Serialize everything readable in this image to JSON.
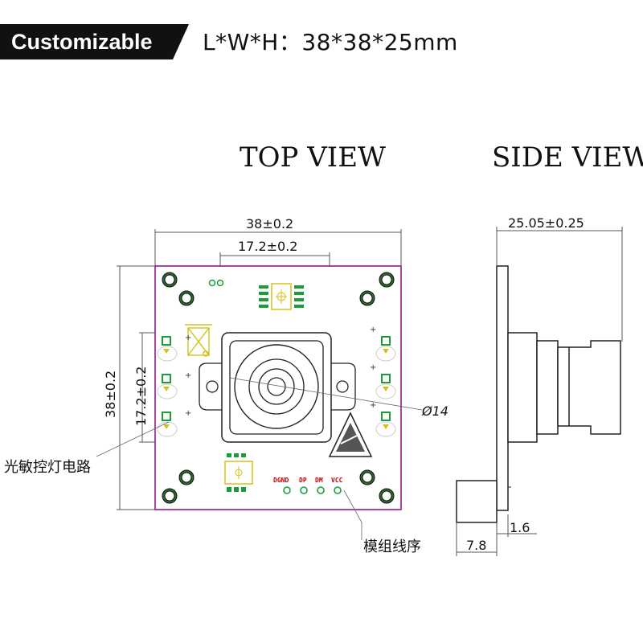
{
  "header": {
    "badge_label": "Customizable",
    "dimensions": "L*W*H：38*38*25mm",
    "badge_color": "#111111"
  },
  "views": {
    "top_view_title": "TOP VIEW",
    "side_view_title": "SIDE VIEW"
  },
  "dimensions": {
    "board_width": "38±0.2",
    "lens_width": "17.2±0.2",
    "board_height": "38±0.2",
    "lens_height": "17.2±0.2",
    "lens_diameter": "Ø14",
    "side_depth": "25.05±0.25",
    "connector_thickness": "1.6",
    "connector_height": "7.8"
  },
  "annotations": {
    "light_sensor_circuit": "光敏控灯电路",
    "module_wiring": "模组线序"
  },
  "pins": [
    "DGND",
    "DP",
    "DM",
    "VCC"
  ],
  "colors": {
    "board_outline": "#8b1a8b",
    "pad_green": "#1a9e3a",
    "pad_yellow": "#d4c21a"
  }
}
